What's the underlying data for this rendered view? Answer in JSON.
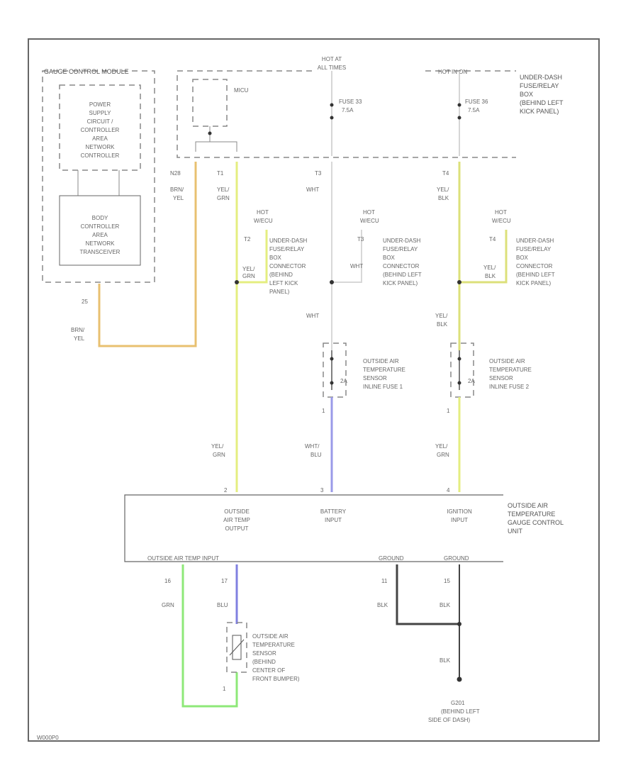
{
  "diagram_id": "W000P0",
  "modules": {
    "gauge_control": {
      "title": "GAUGE CONTROL MODULE",
      "power_supply": [
        "POWER",
        "SUPPLY",
        "CIRCUIT /",
        "CONTROLLER",
        "AREA",
        "NETWORK",
        "CONTROLLER"
      ],
      "body_can": [
        "BODY",
        "CONTROLLER",
        "AREA",
        "NETWORK",
        "TRANSCEIVER"
      ],
      "pin": "25"
    },
    "fuse_box": {
      "label": [
        "UNDER-DASH",
        "FUSE/RELAY",
        "BOX",
        "(BEHIND LEFT",
        "KICK PANEL)"
      ],
      "hot_at": [
        "HOT AT",
        "ALL TIMES"
      ],
      "hot_in_on": "HOT IN ON",
      "mcu": "MICU",
      "fuse_a": [
        "FUSE 33",
        "7.5A"
      ],
      "fuse_b": [
        "FUSE 36",
        "7.5A"
      ],
      "pins": [
        "N28",
        "T1",
        "T3",
        "T4"
      ]
    },
    "oat_unit": {
      "label": [
        "OUTSIDE AIR",
        "TEMPERATURE",
        "GAUGE CONTROL",
        "UNIT"
      ],
      "inputs": [
        [
          "OUTSIDE",
          "AIR TEMP",
          "OUTPUT"
        ],
        [
          "BATTERY",
          "INPUT"
        ],
        [
          "IGNITION",
          "INPUT"
        ]
      ],
      "bottom_labels": [
        "OUTSIDE AIR TEMP INPUT",
        "GROUND",
        "GROUND"
      ],
      "top_pins": [
        "2",
        "3",
        "4"
      ],
      "bottom_pins": [
        "16",
        "17",
        "11",
        "15"
      ]
    }
  },
  "connectors": {
    "label": [
      "UNDER-DASH",
      "FUSE/RELAY",
      "BOX",
      "CONNECTOR",
      "(BEHIND",
      "LEFT KICK",
      "PANEL)"
    ],
    "label_alt": [
      "UNDER-DASH",
      "FUSE/RELAY",
      "BOX",
      "CONNECTOR",
      "(BEHIND LEFT",
      "KICK PANEL)"
    ],
    "hot_tag": [
      "HOT",
      "W/ECU"
    ],
    "pins": [
      "T2",
      "T3",
      "T4"
    ]
  },
  "fuses": {
    "inline1": [
      "OUTSIDE AIR",
      "TEMPERATURE",
      "SENSOR",
      "INLINE FUSE 1"
    ],
    "inline2": [
      "OUTSIDE AIR",
      "TEMPERATURE",
      "SENSOR",
      "INLINE FUSE 2"
    ],
    "rating": "2A",
    "pin": "1"
  },
  "sensor": {
    "label": [
      "OUTSIDE AIR",
      "TEMPERATURE",
      "SENSOR",
      "(BEHIND",
      "CENTER OF",
      "FRONT BUMPER)"
    ],
    "pin": "1"
  },
  "ground": {
    "id": "G201",
    "label": [
      "(BEHIND LEFT",
      "SIDE OF DASH)"
    ]
  },
  "wires": {
    "brn_yel": [
      "BRN/",
      "YEL"
    ],
    "yel_grn": [
      "YEL/",
      "GRN"
    ],
    "wht": "WHT",
    "yel_blk": [
      "YEL/",
      "BLK"
    ],
    "wht_blu": [
      "WHT/",
      "BLU"
    ],
    "grn": "GRN",
    "blu": "BLU",
    "blk": "BLK"
  },
  "colors": {
    "brn_yel": "#e8c070",
    "yel_grn": "#e4ee80",
    "wht": "#d8d8d8",
    "yel_blk": "#dce07a",
    "wht_blu": "#9a9ae8",
    "grn": "#8ee878",
    "blu": "#8080e0",
    "blk": "#444444",
    "frame": "#666666"
  }
}
